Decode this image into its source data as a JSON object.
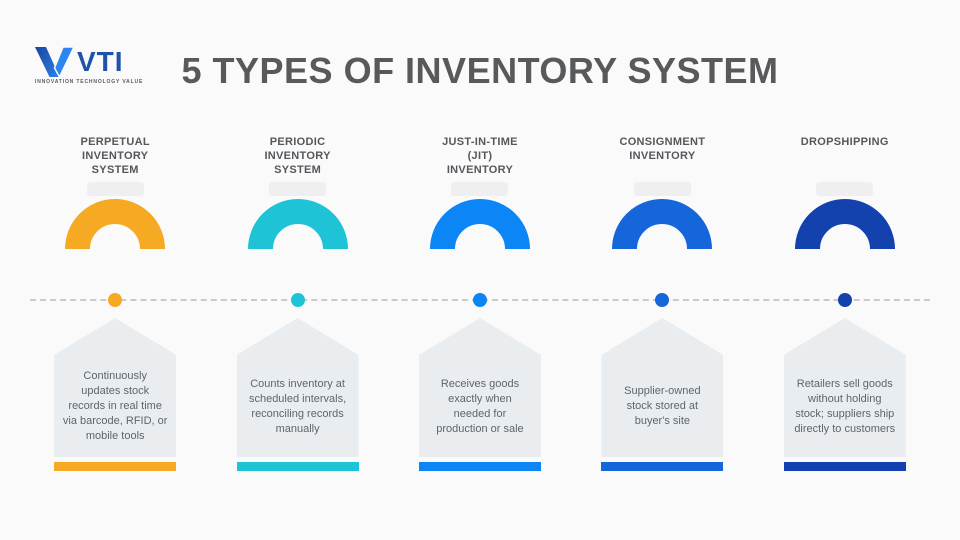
{
  "logo": {
    "text": "VTI",
    "tagline": "INNOVATION TECHNOLOGY VALUE",
    "brand_color": "#1e52ab"
  },
  "title": "5 TYPES OF INVENTORY SYSTEM",
  "columns": [
    {
      "heading": "PERPETUAL\nINVENTORY\nSYSTEM",
      "description": "Continuously\nupdates stock\nrecords in real time\nvia barcode, RFID, or\nmobile tools",
      "color": "#f6a922"
    },
    {
      "heading": "PERIODIC\nINVENTORY\nSYSTEM",
      "description": "Counts inventory at\nscheduled intervals,\nreconciling records\nmanually",
      "color": "#1ec4d6"
    },
    {
      "heading": "JUST-IN-TIME\n(JIT)\nINVENTORY",
      "description": "Receives goods\nexactly when\nneeded for\nproduction or sale",
      "color": "#0c85f6"
    },
    {
      "heading": "CONSIGNMENT\nINVENTORY",
      "description": "Supplier-owned\nstock stored at\nbuyer's site",
      "color": "#1565db"
    },
    {
      "heading": "DROPSHIPPING",
      "description": "Retailers sell goods\nwithout holding\nstock; suppliers ship\ndirectly to customers",
      "color": "#1341ae"
    }
  ]
}
